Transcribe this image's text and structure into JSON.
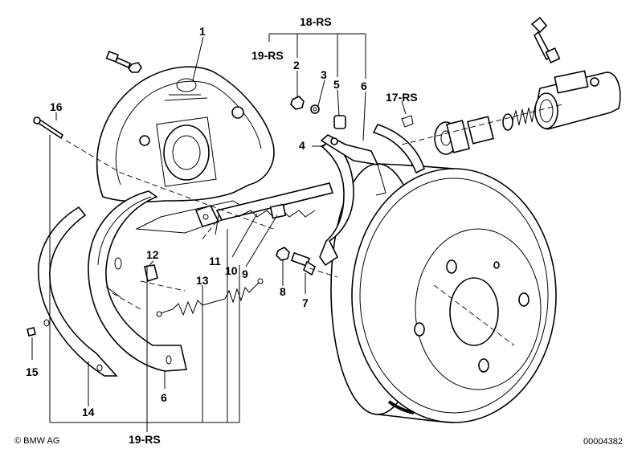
{
  "labels": {
    "p1": "1",
    "p2": "2",
    "p3": "3",
    "p4": "4",
    "p5": "5",
    "p6": "6",
    "p6b": "6",
    "p7": "7",
    "p8": "8",
    "p9": "9",
    "p10": "10",
    "p11": "11",
    "p12": "12",
    "p13": "13",
    "p14": "14",
    "p15": "15",
    "p16": "16",
    "p17": "17-RS",
    "p18": "18-RS",
    "p19a": "19-RS",
    "p19b": "19-RS"
  },
  "footer": {
    "copyright": "© BMW AG",
    "image_number": "00004382"
  }
}
